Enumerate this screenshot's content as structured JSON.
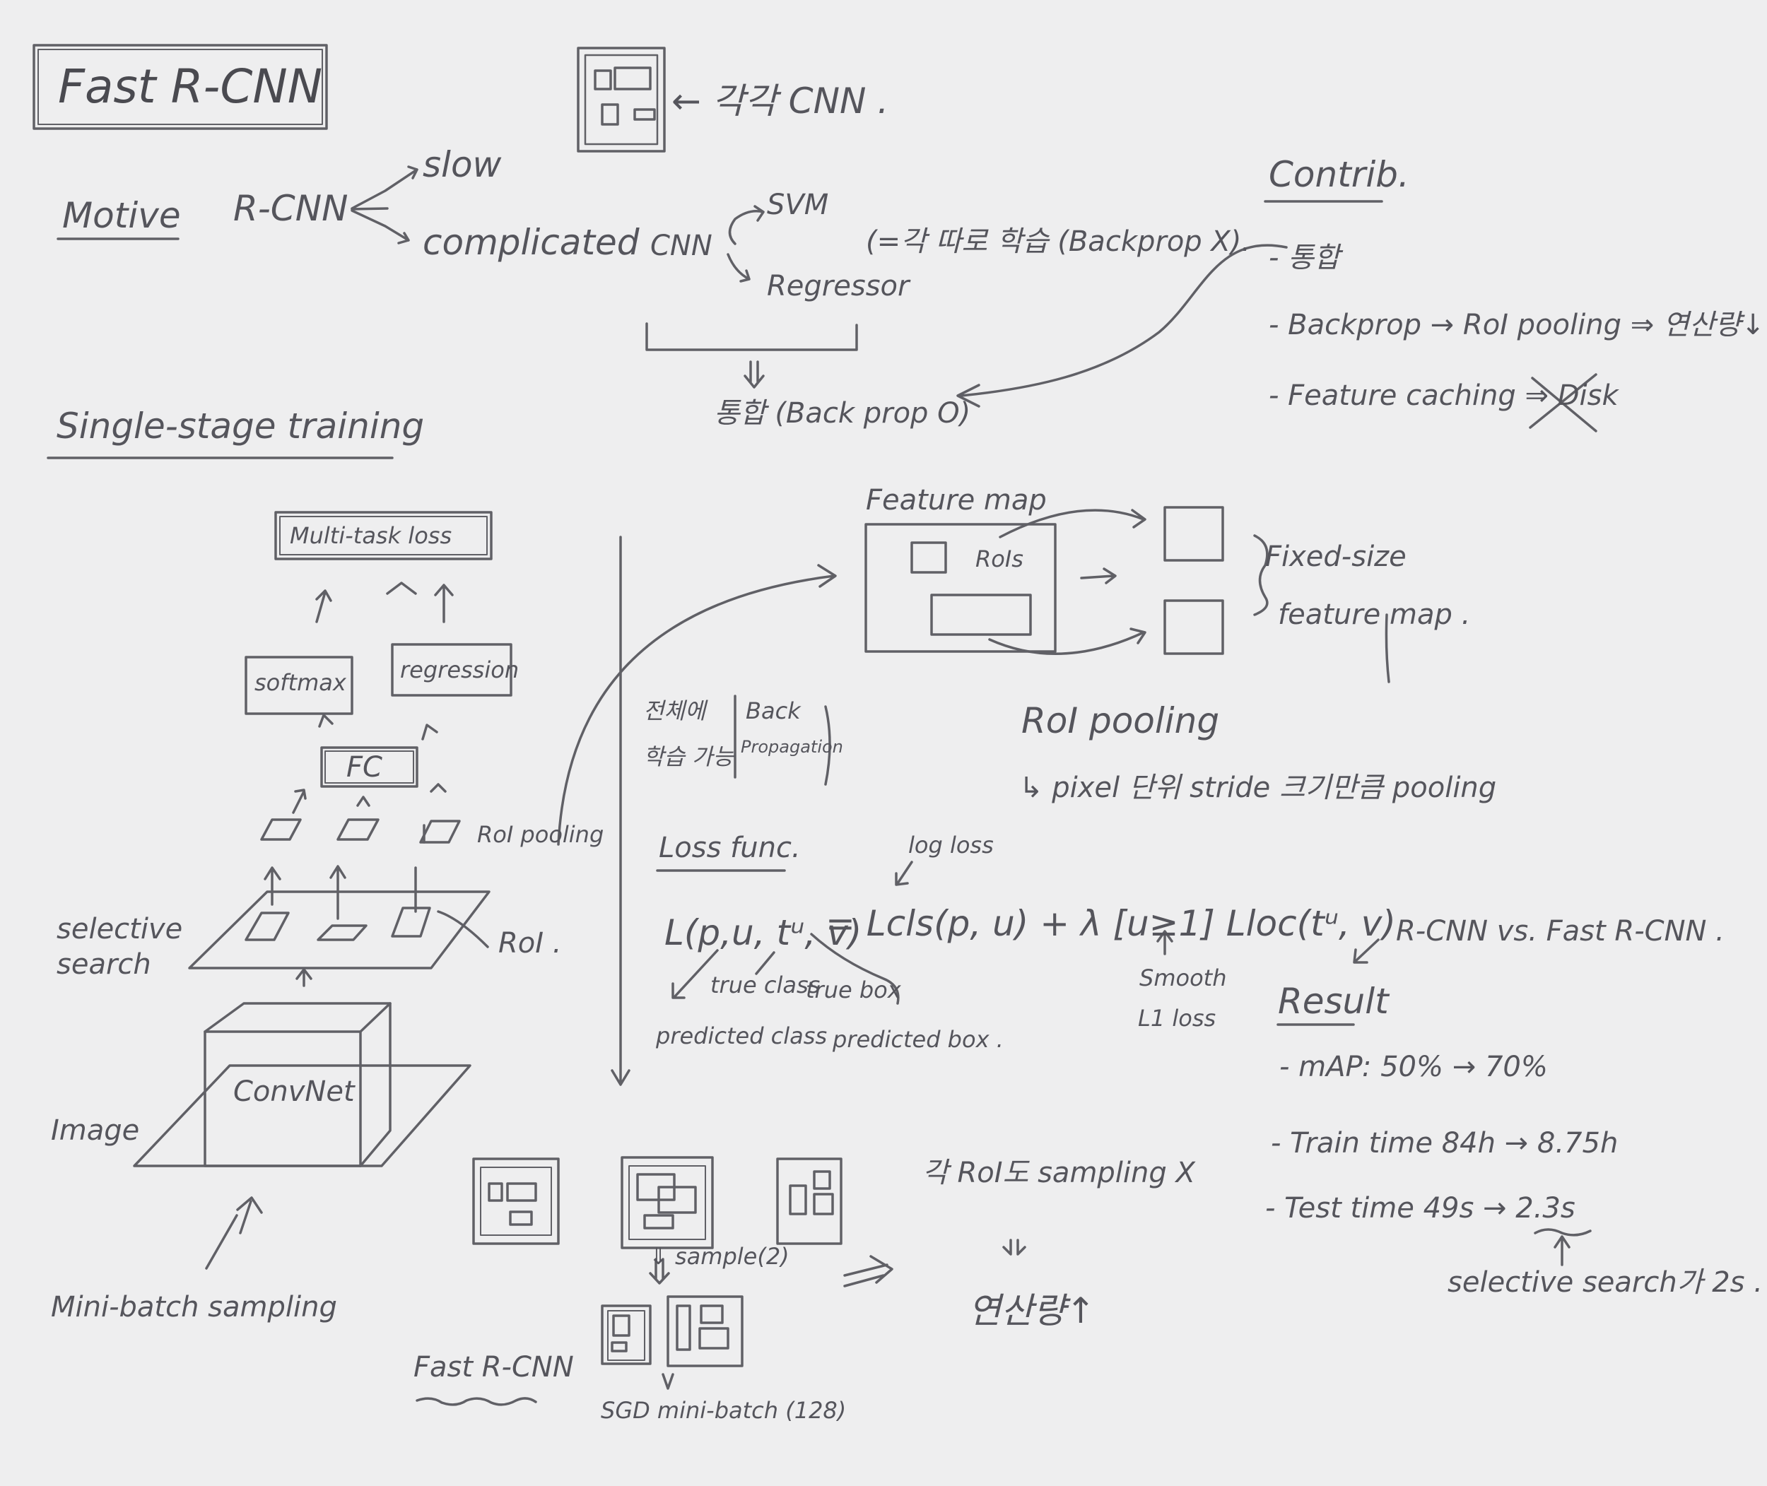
{
  "title": "Fast R-CNN",
  "top_note": "← 각각 CNN .",
  "motive": {
    "label": "Motive",
    "rcnn": "R-CNN",
    "slow": "slow",
    "complicated": "complicated",
    "cnn": "CNN",
    "svm": "SVM",
    "regressor": "Regressor",
    "note": "(=각 따로 학습 (Backprop X).",
    "merged": "통합 (Back prop O)"
  },
  "contrib": {
    "title": "Contrib.",
    "items": [
      "- 통합",
      "- Backprop → RoI pooling ⇒ 연산량↓",
      "- Feature caching ⇒ Disk"
    ]
  },
  "single_stage": {
    "title": "Single-stage training",
    "multi_task_loss": "Multi-task loss",
    "softmax": "softmax",
    "regression": "regression",
    "fc": "FC",
    "roi_pooling": "RoI pooling",
    "selective_search": "selective search",
    "roi": "RoI .",
    "convnet": "ConvNet",
    "image": "Image",
    "mini_batch_sampling": "Mini-batch sampling"
  },
  "backprop_note": {
    "left": [
      "전체에",
      "학습 가능"
    ],
    "right": [
      "Back",
      "Propagation"
    ]
  },
  "feature_map": {
    "title": "Feature map",
    "rois": "RoIs",
    "fixed_size": [
      "Fixed-size",
      "feature map ."
    ],
    "roi_pooling": "RoI pooling",
    "roi_pooling_desc": "↳ pixel 단위 stride 크기만큼 pooling"
  },
  "loss": {
    "title": "Loss func.",
    "log_loss": "log loss",
    "lhs": "L(p,u, tᵘ, v)",
    "rhs": "= Lcls(p, u) + λ [u≥1] Lloc(tᵘ, v)",
    "true_class": "true class",
    "true_box": "true box",
    "predicted_class": "predicted class",
    "predicted_box": "predicted box .",
    "smooth_l1": [
      "Smooth",
      "L1 loss"
    ]
  },
  "result": {
    "compare": "R-CNN vs. Fast R-CNN .",
    "title": "Result",
    "items": [
      "- mAP: 50% → 70%",
      "- Train time 84h → 8.75h",
      "- Test time 49s → 2.3s"
    ],
    "note": "selective search가 2s ."
  },
  "sampling": {
    "sample": "⇓ sample(2)",
    "sgd": "SGD mini-batch (128)",
    "fast_rcnn": "Fast R-CNN",
    "sampling_x": "각 RoI도 sampling X",
    "compute": "연산량↑"
  }
}
